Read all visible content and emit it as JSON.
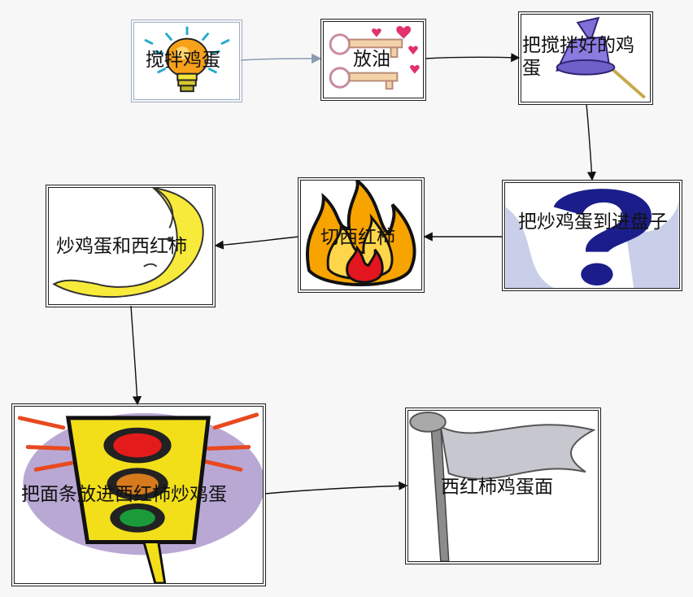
{
  "diagram": {
    "nodes": [
      {
        "id": "n1",
        "label": "搅拌鸡蛋",
        "icon": "lightbulb-icon"
      },
      {
        "id": "n2",
        "label": "放油",
        "icon": "keys-hearts-icon"
      },
      {
        "id": "n3",
        "label": "把搅拌好的鸡蛋",
        "icon": "pushpin-icon"
      },
      {
        "id": "n4",
        "label": "把炒鸡蛋到进盘子",
        "icon": "question-mark-icon"
      },
      {
        "id": "n5",
        "label": "切西红柿",
        "icon": "flame-icon"
      },
      {
        "id": "n6",
        "label": "炒鸡蛋和西红柿",
        "icon": "moon-icon"
      },
      {
        "id": "n7",
        "label": "把面条放进西红柿炒鸡蛋",
        "icon": "traffic-light-icon"
      },
      {
        "id": "n8",
        "label": "西红柿鸡蛋面",
        "icon": "flag-icon"
      }
    ],
    "edges": [
      {
        "from": "n1",
        "to": "n2"
      },
      {
        "from": "n2",
        "to": "n3"
      },
      {
        "from": "n3",
        "to": "n4"
      },
      {
        "from": "n4",
        "to": "n5"
      },
      {
        "from": "n5",
        "to": "n6"
      },
      {
        "from": "n6",
        "to": "n7"
      },
      {
        "from": "n7",
        "to": "n8"
      }
    ]
  }
}
